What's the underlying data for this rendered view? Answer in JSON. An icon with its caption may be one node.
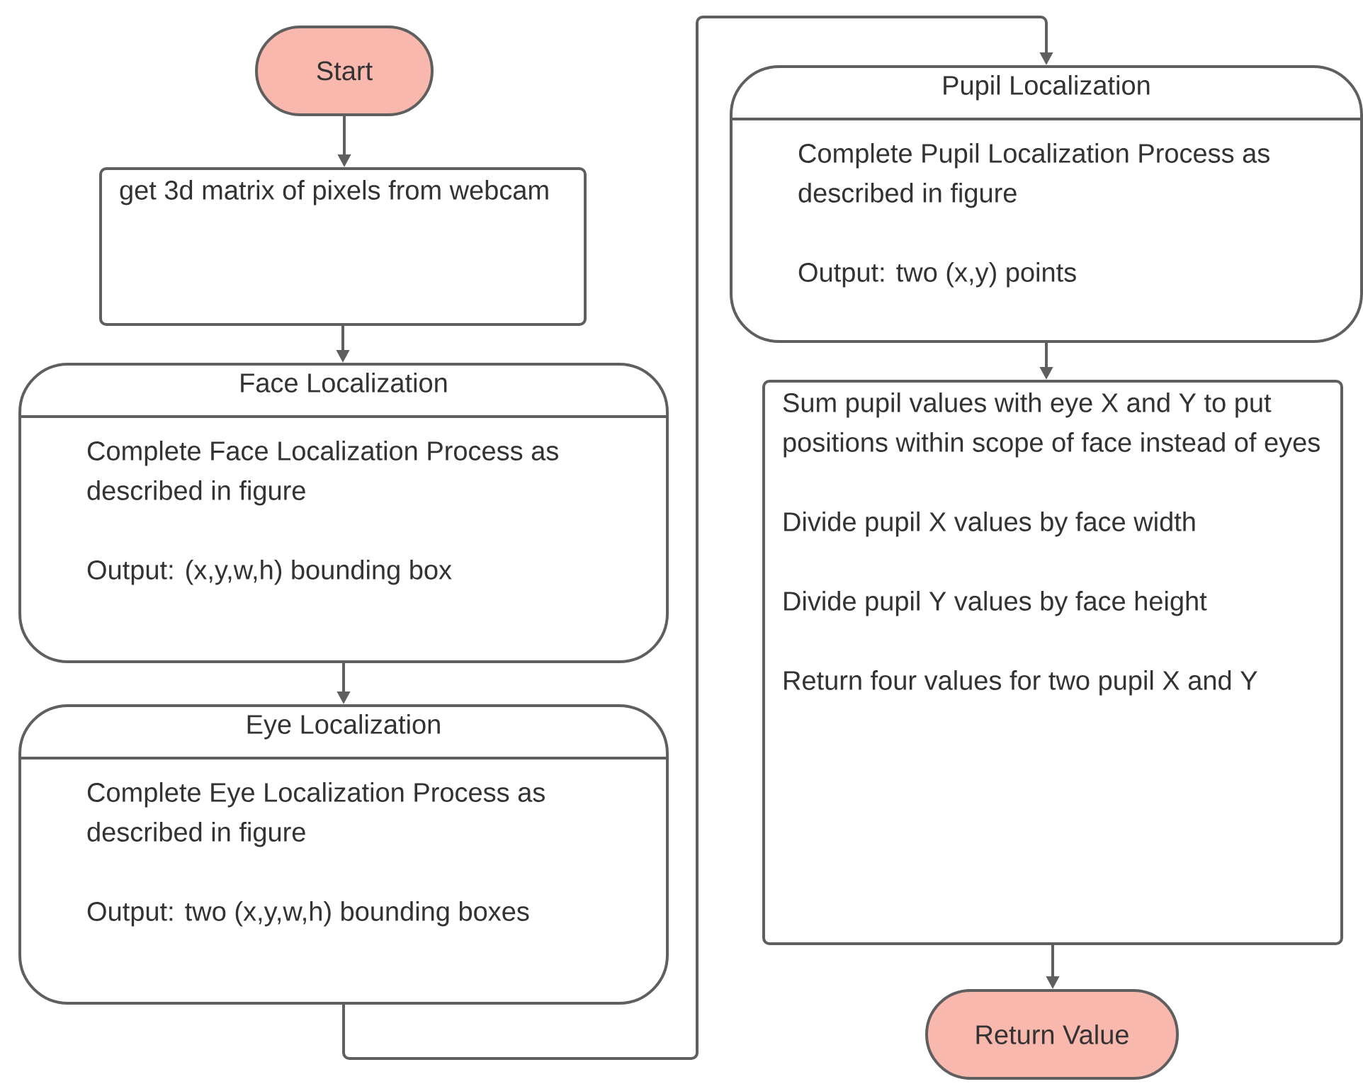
{
  "diagram": {
    "nodes": [
      {
        "text": [
          "Start"
        ]
      },
      {
        "text": [
          "get 3d matrix of pixels from webcam"
        ]
      },
      {
        "text": [
          "Face Localization",
          "Complete Face Localization Process as described in figure",
          "Output: (x,y,w,h) bounding box"
        ]
      },
      {
        "text": [
          "Eye Localization",
          "Complete Eye Localization Process as described in figure",
          "Output: two (x,y,w,h) bounding boxes"
        ]
      },
      {
        "text": [
          "Pupil Localization",
          "Complete Pupil Localization Process as described in figure",
          "Output: two (x,y) points"
        ]
      },
      {
        "text": [
          "Sum pupil values with eye X and Y to put positions within scope of face instead of eyes",
          "Divide pupil X values by face width",
          "Divide pupil Y values by face height",
          "Return four values for two pupil X and Y"
        ]
      },
      {
        "text": [
          "Return Value"
        ]
      }
    ],
    "edges": [
      {
        "from": 0,
        "to": 1,
        "arrow": "to"
      },
      {
        "from": 1,
        "to": 2,
        "arrow": "to"
      },
      {
        "from": 2,
        "to": 3,
        "arrow": "to"
      },
      {
        "from": 3,
        "to": 4,
        "arrow": "to"
      },
      {
        "from": 4,
        "to": 5,
        "arrow": "to"
      },
      {
        "from": 5,
        "to": 6,
        "arrow": "to"
      }
    ]
  }
}
